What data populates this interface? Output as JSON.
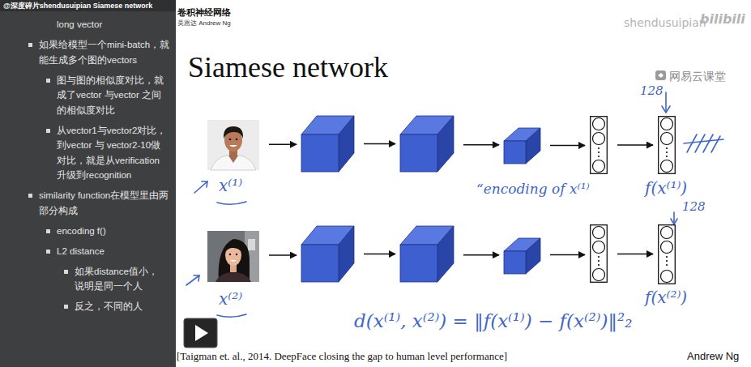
{
  "diagram": {
    "title": "Siamese network",
    "nodes": [
      {
        "text": [
          "x⁽¹⁾"
        ]
      },
      {
        "text": []
      },
      {
        "text": []
      },
      {
        "text": []
      },
      {
        "text": []
      },
      {
        "text": [
          "f(x⁽¹⁾)"
        ]
      },
      {
        "text": [
          "x⁽²⁾"
        ]
      },
      {
        "text": []
      },
      {
        "text": []
      },
      {
        "text": []
      },
      {
        "text": []
      },
      {
        "text": [
          "f(x⁽²⁾)"
        ]
      }
    ],
    "edges": [
      {
        "from": 0,
        "to": 1,
        "arrow": "to"
      },
      {
        "from": 1,
        "to": 2,
        "arrow": "to"
      },
      {
        "from": 2,
        "to": 3,
        "arrow": "to"
      },
      {
        "from": 3,
        "to": 4,
        "arrow": "to"
      },
      {
        "from": 4,
        "to": 5,
        "arrow": "to"
      },
      {
        "from": 6,
        "to": 7,
        "arrow": "to"
      },
      {
        "from": 7,
        "to": 8,
        "arrow": "to"
      },
      {
        "from": 8,
        "to": 9,
        "arrow": "to"
      },
      {
        "from": 9,
        "to": 10,
        "arrow": "to"
      },
      {
        "from": 10,
        "to": 11,
        "arrow": "to"
      }
    ],
    "labels": [
      "@深度碎片shendusuipian Siamese network",
      "long vector",
      "如果给模型一个mini-batch，就能生成多个图的vectors",
      "图与图的相似度对比，就成了vector 与vector 之间的相似度对比",
      "从vector1与vector2对比，到vector 与 vector2-10做对比，就是从verification升级到recognition",
      "similarity function在模型里由两部分构成",
      "encoding f()",
      "L2 distance",
      "如果distance值小，说明是同一个人",
      "反之，不同的人",
      "卷积神经网络",
      "吴恩达 Andrew Ng",
      "shendusuipian",
      "bilibili",
      "网易云课堂",
      "128",
      "“encoding of x⁽¹⁾",
      "128",
      "d(x⁽¹⁾, x⁽²⁾) = ‖f(x⁽¹⁾) − f(x⁽²⁾)‖²₂",
      "[Taigman et. al., 2014. DeepFace closing the gap to human level performance]",
      "Andrew Ng"
    ]
  }
}
